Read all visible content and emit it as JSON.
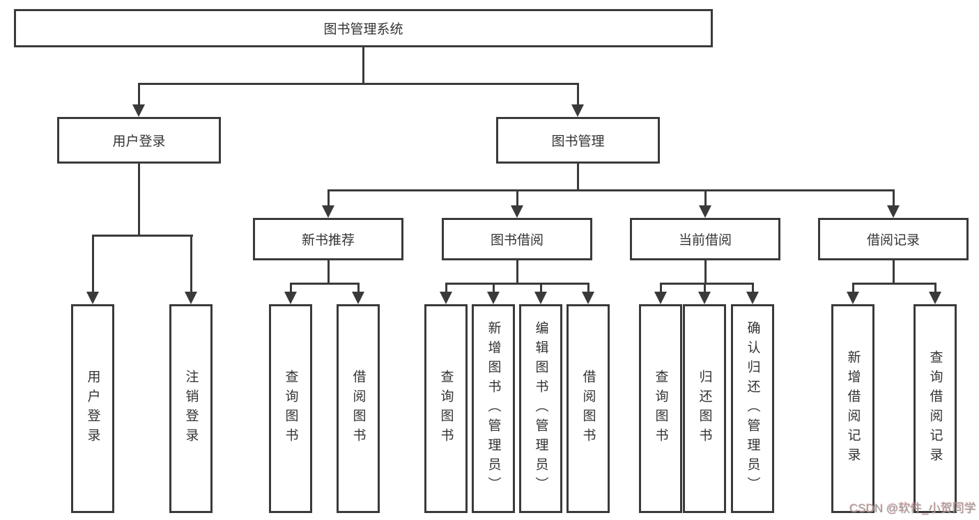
{
  "diagram": {
    "root": {
      "label": "图书管理系统"
    },
    "branches": [
      {
        "label": "用户登录"
      },
      {
        "label": "图书管理"
      }
    ],
    "modules": [
      {
        "label": "新书推荐",
        "parent": "图书管理"
      },
      {
        "label": "图书借阅",
        "parent": "图书管理"
      },
      {
        "label": "当前借阅",
        "parent": "图书管理"
      },
      {
        "label": "借阅记录",
        "parent": "图书管理"
      }
    ],
    "leaves": [
      {
        "label": "用户登录",
        "parent": "用户登录"
      },
      {
        "label": "注销登录",
        "parent": "用户登录"
      },
      {
        "label": "查询图书",
        "parent": "新书推荐"
      },
      {
        "label": "借阅图书",
        "parent": "新书推荐"
      },
      {
        "label": "查询图书",
        "parent": "图书借阅"
      },
      {
        "label": "新增图书（管理员）",
        "parent": "图书借阅"
      },
      {
        "label": "编辑图书（管理员）",
        "parent": "图书借阅"
      },
      {
        "label": "借阅图书",
        "parent": "图书借阅"
      },
      {
        "label": "查询图书",
        "parent": "当前借阅"
      },
      {
        "label": "归还图书",
        "parent": "当前借阅"
      },
      {
        "label": "确认归还（管理员）",
        "parent": "当前借阅"
      },
      {
        "label": "新增借阅记录",
        "parent": "借阅记录"
      },
      {
        "label": "查询借阅记录",
        "parent": "借阅记录"
      }
    ]
  },
  "watermark": {
    "text": "CSDN @软件_小贺同学"
  },
  "colors": {
    "line": "#3a3a3a",
    "text": "#333333",
    "background": "#ffffff",
    "watermark_gray": "#9b9b9b"
  }
}
